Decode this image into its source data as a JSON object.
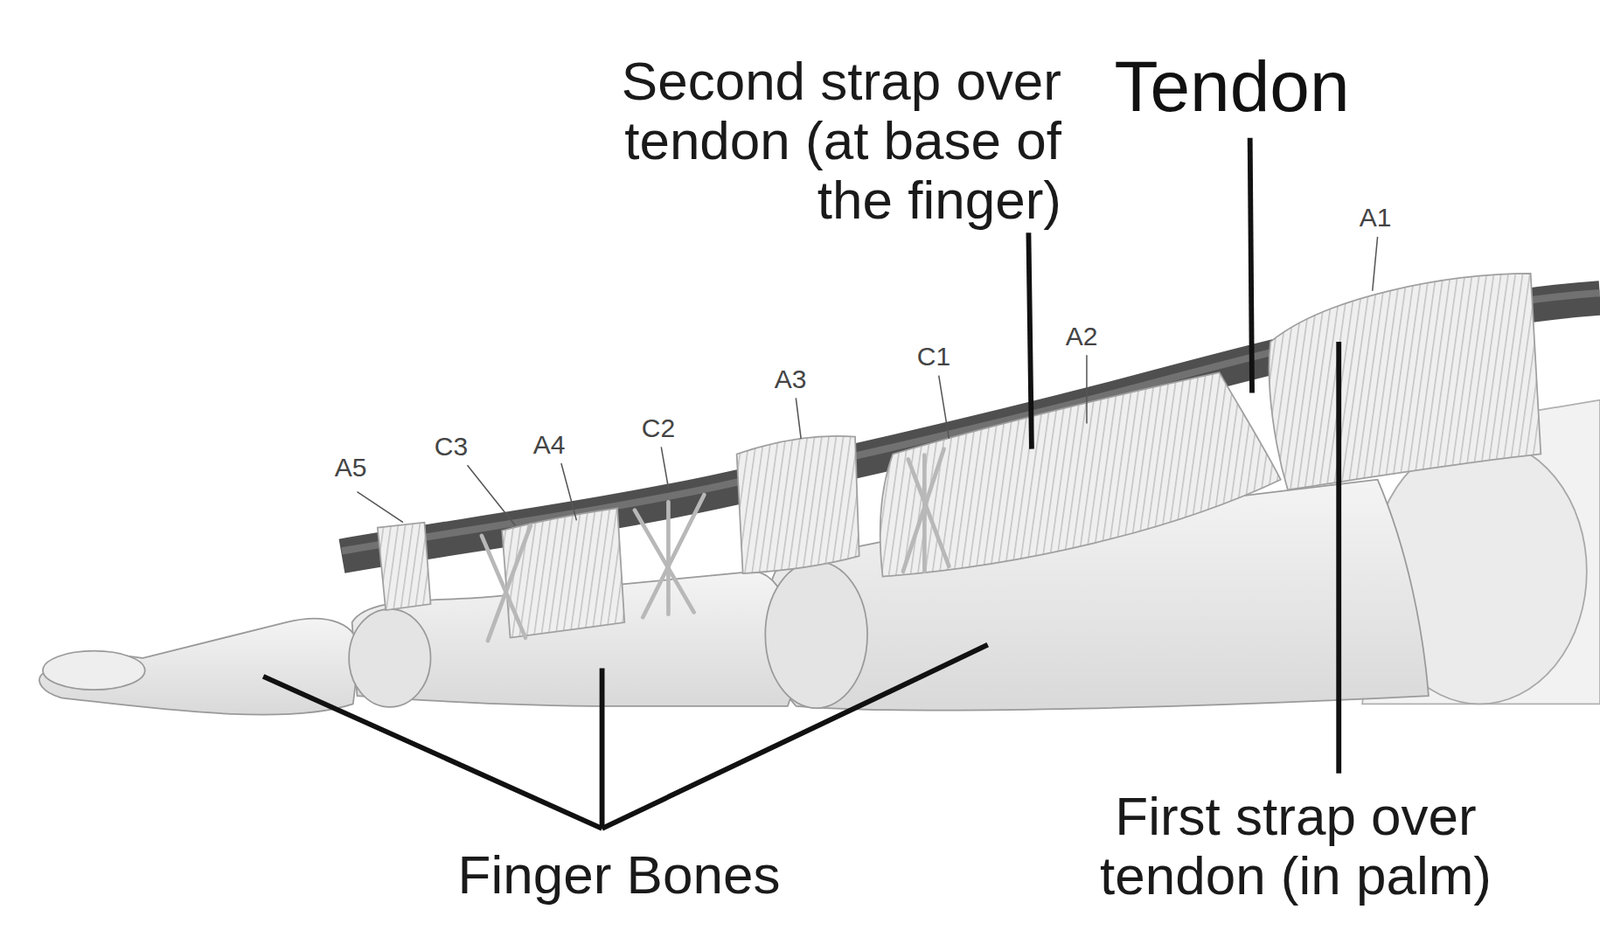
{
  "diagram": {
    "labels": [
      "Second strap over tendon (at base of the finger)",
      "Tendon",
      "A1",
      "A2",
      "C1",
      "A3",
      "C2",
      "A4",
      "C3",
      "A5",
      "Finger Bones",
      "First strap over tendon (in palm)"
    ]
  }
}
